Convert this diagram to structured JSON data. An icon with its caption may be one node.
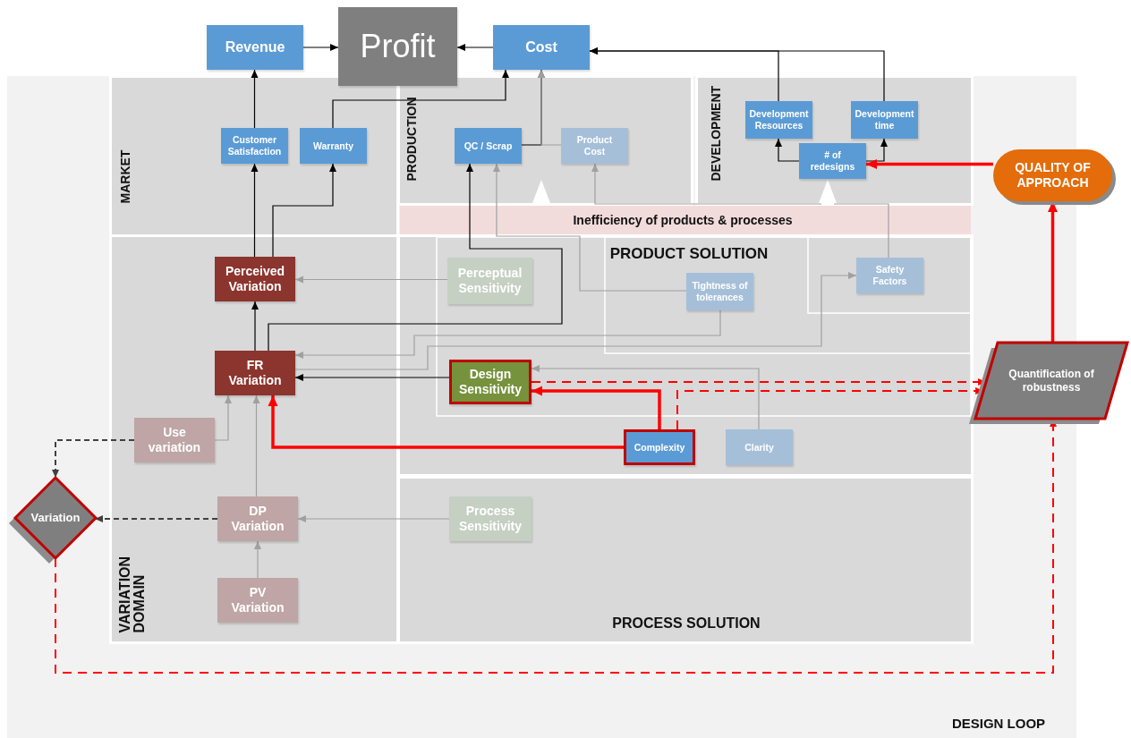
{
  "diagram": {
    "nodes": [
      {
        "text": [
          "Revenue"
        ]
      },
      {
        "text": [
          "Profit"
        ]
      },
      {
        "text": [
          "Cost"
        ]
      },
      {
        "text": [
          "DESIGN LOOP"
        ]
      },
      {
        "text": [
          "MARKET"
        ],
        "in": 3
      },
      {
        "text": [
          "Customer Satisfaction"
        ],
        "in": 4
      },
      {
        "text": [
          "Warranty"
        ],
        "in": 4
      },
      {
        "text": [
          "PRODUCTION"
        ],
        "in": 3
      },
      {
        "text": [
          "QC / Scrap"
        ],
        "in": 7
      },
      {
        "text": [
          "Product Cost"
        ],
        "in": 7
      },
      {
        "text": [
          "DEVELOPMENT"
        ],
        "in": 3
      },
      {
        "text": [
          "Development Resources"
        ],
        "in": 10
      },
      {
        "text": [
          "Development time"
        ],
        "in": 10
      },
      {
        "text": [
          "# of redesigns"
        ],
        "in": 10
      },
      {
        "text": [
          "QUALITY OF APPROACH"
        ]
      },
      {
        "text": [
          "Inefficiency of products & processes"
        ],
        "in": 3
      },
      {
        "text": [
          "VARIATION DOMAIN"
        ],
        "in": 3
      },
      {
        "text": [
          "Perceived Variation"
        ],
        "in": 16
      },
      {
        "text": [
          "FR Variation"
        ],
        "in": 16
      },
      {
        "text": [
          "Use variation"
        ],
        "in": 16
      },
      {
        "text": [
          "DP Variation"
        ],
        "in": 16
      },
      {
        "text": [
          "PV Variation"
        ],
        "in": 16
      },
      {
        "text": [
          "PRODUCT SOLUTION"
        ],
        "in": 3
      },
      {
        "text": [
          "Perceptual Sensitivity"
        ],
        "in": 22
      },
      {
        "text": [
          "Tightness of tolerances"
        ],
        "in": 22
      },
      {
        "text": [
          "Safety Factors"
        ],
        "in": 22
      },
      {
        "text": [
          "Design Sensitivity"
        ],
        "in": 22
      },
      {
        "text": [
          "Complexity"
        ],
        "in": 22
      },
      {
        "text": [
          "Clarity"
        ],
        "in": 22
      },
      {
        "text": [
          "Variation"
        ],
        "in": 3
      },
      {
        "text": [
          "PROCESS SOLUTION"
        ],
        "in": 3
      },
      {
        "text": [
          "Process Sensitivity"
        ],
        "in": 30
      },
      {
        "text": [
          "Quantification of robustness"
        ]
      }
    ],
    "edges": [
      {
        "from": 0,
        "to": 1,
        "arrow": "to"
      },
      {
        "from": 2,
        "to": 1,
        "arrow": "to"
      },
      {
        "from": 5,
        "to": 0,
        "arrow": "to"
      },
      {
        "from": 6,
        "to": 2,
        "arrow": "to"
      },
      {
        "from": 8,
        "to": 2,
        "arrow": "to"
      },
      {
        "from": 9,
        "to": 2,
        "arrow": "to",
        "color": "#a0a0a0"
      },
      {
        "from": 11,
        "to": 2,
        "arrow": "to"
      },
      {
        "from": 12,
        "to": 2,
        "arrow": "to"
      },
      {
        "from": 13,
        "to": 11,
        "arrow": "to"
      },
      {
        "from": 13,
        "to": 12,
        "arrow": "to"
      },
      {
        "from": 14,
        "to": 13,
        "arrow": "to",
        "style": "thick",
        "color": "#ff0000"
      },
      {
        "from": 17,
        "to": 5,
        "arrow": "to"
      },
      {
        "from": 17,
        "to": 6,
        "arrow": "to"
      },
      {
        "from": 18,
        "to": 17,
        "arrow": "to"
      },
      {
        "from": 18,
        "to": 8,
        "arrow": "to"
      },
      {
        "from": 23,
        "to": 17,
        "arrow": "to",
        "color": "#a0a0a0"
      },
      {
        "from": 24,
        "to": 8,
        "arrow": "to",
        "color": "#a0a0a0"
      },
      {
        "from": 25,
        "to": 9,
        "arrow": "to",
        "color": "#a0a0a0"
      },
      {
        "from": 24,
        "to": 18,
        "arrow": "to",
        "color": "#a0a0a0"
      },
      {
        "from": 18,
        "to": 25,
        "arrow": "to",
        "color": "#a0a0a0"
      },
      {
        "from": 28,
        "to": 26,
        "arrow": "to",
        "color": "#a0a0a0"
      },
      {
        "from": 26,
        "to": 18,
        "arrow": "to"
      },
      {
        "from": 27,
        "to": 26,
        "arrow": "to",
        "style": "thick",
        "color": "#ff0000"
      },
      {
        "from": 27,
        "to": 18,
        "arrow": "to",
        "style": "thick",
        "color": "#ff0000"
      },
      {
        "from": 26,
        "to": 32,
        "arrow": "to",
        "style": "dashed",
        "color": "#ff0000"
      },
      {
        "from": 27,
        "to": 32,
        "arrow": "to",
        "style": "dashed",
        "color": "#ff0000"
      },
      {
        "from": 19,
        "to": 18,
        "arrow": "to",
        "color": "#a0a0a0"
      },
      {
        "from": 20,
        "to": 18,
        "arrow": "to",
        "color": "#a0a0a0"
      },
      {
        "from": 21,
        "to": 20,
        "arrow": "to",
        "color": "#a0a0a0"
      },
      {
        "from": 31,
        "to": 20,
        "arrow": "to",
        "color": "#a0a0a0"
      },
      {
        "from": 19,
        "to": 29,
        "arrow": "to",
        "style": "dashed",
        "color": "#404040"
      },
      {
        "from": 20,
        "to": 29,
        "arrow": "to",
        "style": "dashed",
        "color": "#404040"
      },
      {
        "from": 29,
        "to": 32,
        "arrow": "to",
        "style": "dashed",
        "color": "#ff0000"
      },
      {
        "from": 32,
        "to": 14,
        "arrow": "to",
        "style": "thick",
        "color": "#ff0000"
      },
      {
        "from": 15,
        "to": 7,
        "arrow": "to",
        "style": "thick",
        "color": "#ffffff"
      },
      {
        "from": 15,
        "to": 10,
        "arrow": "to",
        "style": "thick",
        "color": "#ffffff"
      }
    ]
  }
}
